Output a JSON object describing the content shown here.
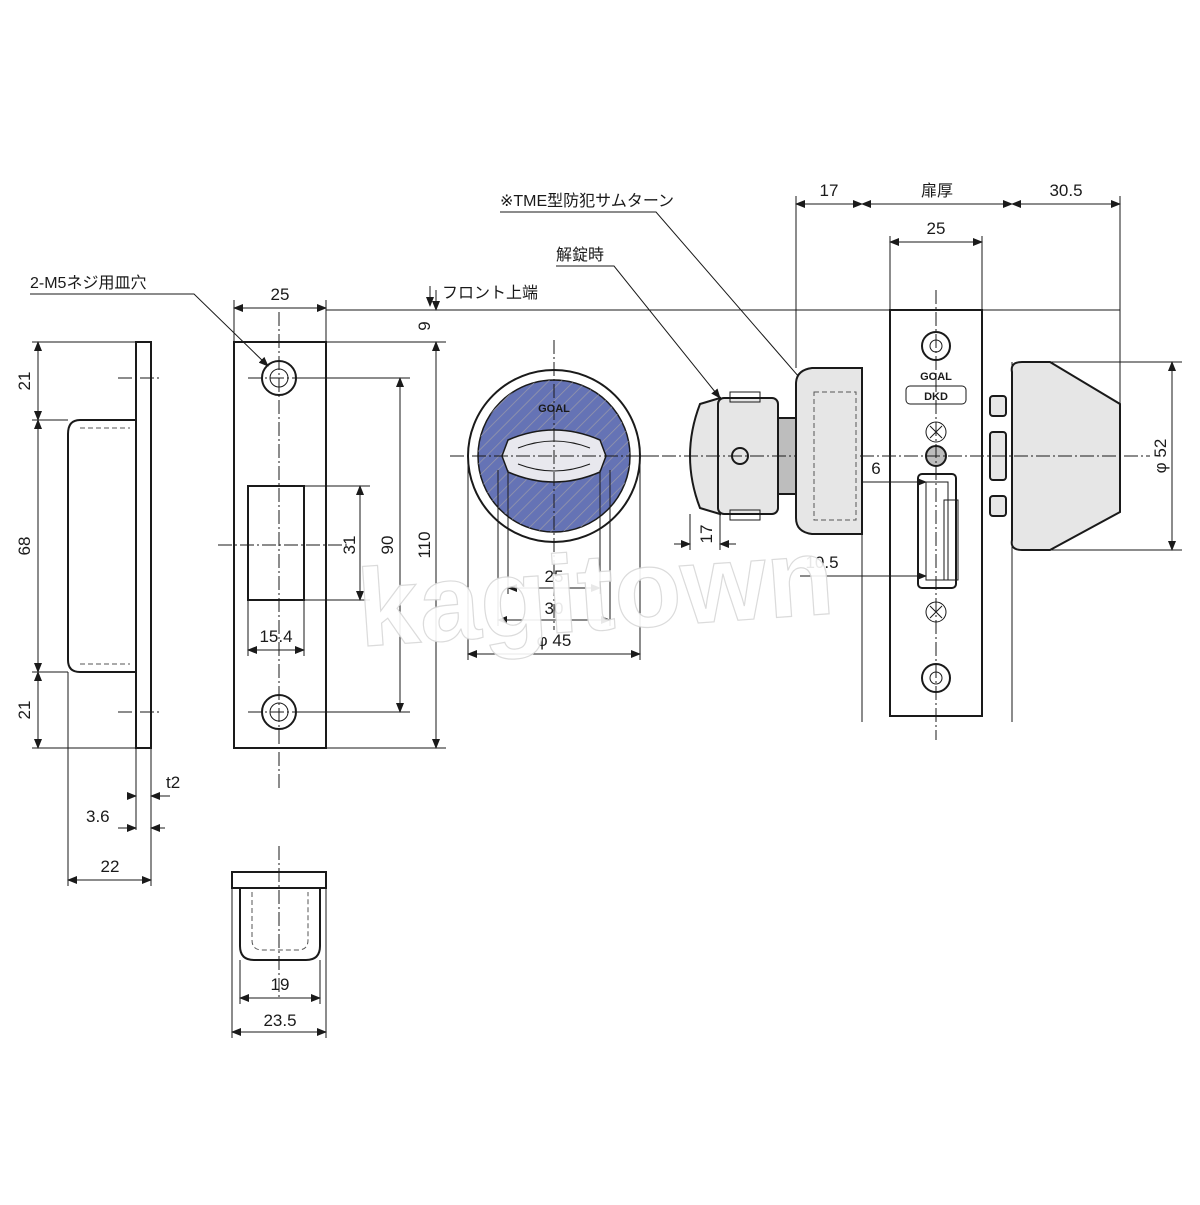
{
  "callouts": {
    "m5_holes": "2-M5ネジ用皿穴",
    "thumb_turn": "※TME型防犯サムターン",
    "unlocked": "解錠時",
    "front_top": "フロント上端",
    "door_thickness": "扉厚"
  },
  "brand": {
    "top": "GOAL",
    "bottom": "DKD"
  },
  "watermark": "kagitown",
  "strike_side_dims": {
    "top": "21",
    "middle": "68",
    "bottom": "21",
    "thickness": "t2",
    "depth_small": "3.6",
    "depth": "22"
  },
  "strike_front_dims": {
    "width": "25",
    "hole_pitch": "90",
    "total_height": "110",
    "opening_height": "31",
    "opening_width": "15.4",
    "offset": "9"
  },
  "strike_box_dims": {
    "inner_width": "19",
    "outer_width": "23.5"
  },
  "thumbturn_dims": {
    "grip": "25",
    "width": "30",
    "diameter": "φ 45",
    "projection": "17"
  },
  "lock_dims": {
    "escutcheon": "17",
    "front_width": "25",
    "cylinder": "30.5",
    "diameter": "φ 52",
    "bolt": "6",
    "backset": "10.5"
  }
}
